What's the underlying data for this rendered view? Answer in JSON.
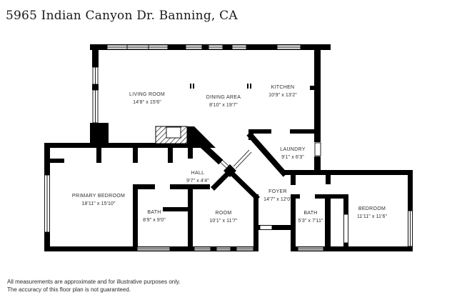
{
  "title": "5965 Indian Canyon Dr. Banning, CA",
  "rooms": [
    {
      "id": "living-room",
      "name": "LIVING ROOM",
      "dims": "14'8\" x 15'6\""
    },
    {
      "id": "dining-area",
      "name": "DINING AREA",
      "dims": "8'10\" x 19'7\""
    },
    {
      "id": "kitchen",
      "name": "KITCHEN",
      "dims": "10'9\" x 13'2\""
    },
    {
      "id": "laundry",
      "name": "LAUNDRY",
      "dims": "9'1\" x 6'3\""
    },
    {
      "id": "hall",
      "name": "HALL",
      "dims": "9'7\" x 4'4\""
    },
    {
      "id": "primary-bedroom",
      "name": "PRIMARY BEDROOM",
      "dims": "18'11\" x 15'10\""
    },
    {
      "id": "bath-main",
      "name": "BATH",
      "dims": "8'9\" x 9'0\""
    },
    {
      "id": "room",
      "name": "ROOM",
      "dims": "10'1\" x 11'7\""
    },
    {
      "id": "foyer",
      "name": "FOYER",
      "dims": "14'7\" x 12'0\""
    },
    {
      "id": "bath-small",
      "name": "BATH",
      "dims": "5'3\" x 7'11\""
    },
    {
      "id": "bedroom",
      "name": "BEDROOM",
      "dims": "11'11\" x 11'6\""
    }
  ],
  "disclaimer": {
    "line1": "All measurements are approximate and for illustrative purposes only.",
    "line2": "The accuracy of this floor plan is not guaranteed."
  },
  "colors": {
    "wall": "#000000",
    "label": "#2e2e2e",
    "background": "#ffffff"
  }
}
